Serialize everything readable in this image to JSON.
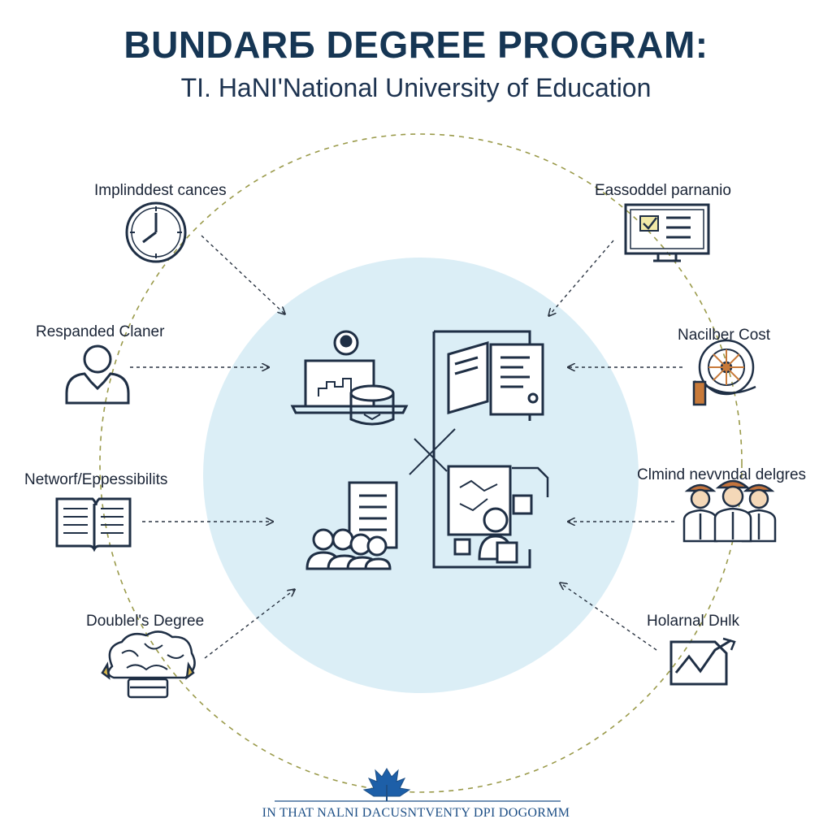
{
  "header": {
    "title": "BUNDARБ DEGREE PROGRAM:",
    "subtitle": "TI. HaNI'National University of Education"
  },
  "nodes": [
    {
      "label": "Implinddest cances",
      "icon": "clock-icon"
    },
    {
      "label": "Eassoddel parnanio",
      "icon": "monitor-checklist-icon"
    },
    {
      "label": "Respanded Claner",
      "icon": "person-icon"
    },
    {
      "label": "Nacilber Cost",
      "icon": "coin-hand-icon"
    },
    {
      "label": "Networf/Eppessibilits",
      "icon": "open-book-icon"
    },
    {
      "label": "Clmind nevvndal delgres",
      "icon": "group-workers-icon"
    },
    {
      "label": "Doublel's Degree",
      "icon": "brain-icon"
    },
    {
      "label": "Holarnal Dнlk",
      "icon": "chart-document-icon"
    }
  ],
  "center": {
    "icons": [
      "laptop-chart-icon",
      "books-papers-icon",
      "audience-document-icon",
      "map-documents-icon"
    ]
  },
  "footer": {
    "text": "IN THAT NALNI DACUSNTVENTY DPI DOGORMM",
    "logo": "maple-leaf-logo-icon"
  },
  "colors": {
    "title": "#163654",
    "circle_fill": "#dbeef6",
    "dash_ring": "#9a9a4a",
    "icon_stroke": "#1f2f45",
    "footer": "#1d4f86"
  }
}
